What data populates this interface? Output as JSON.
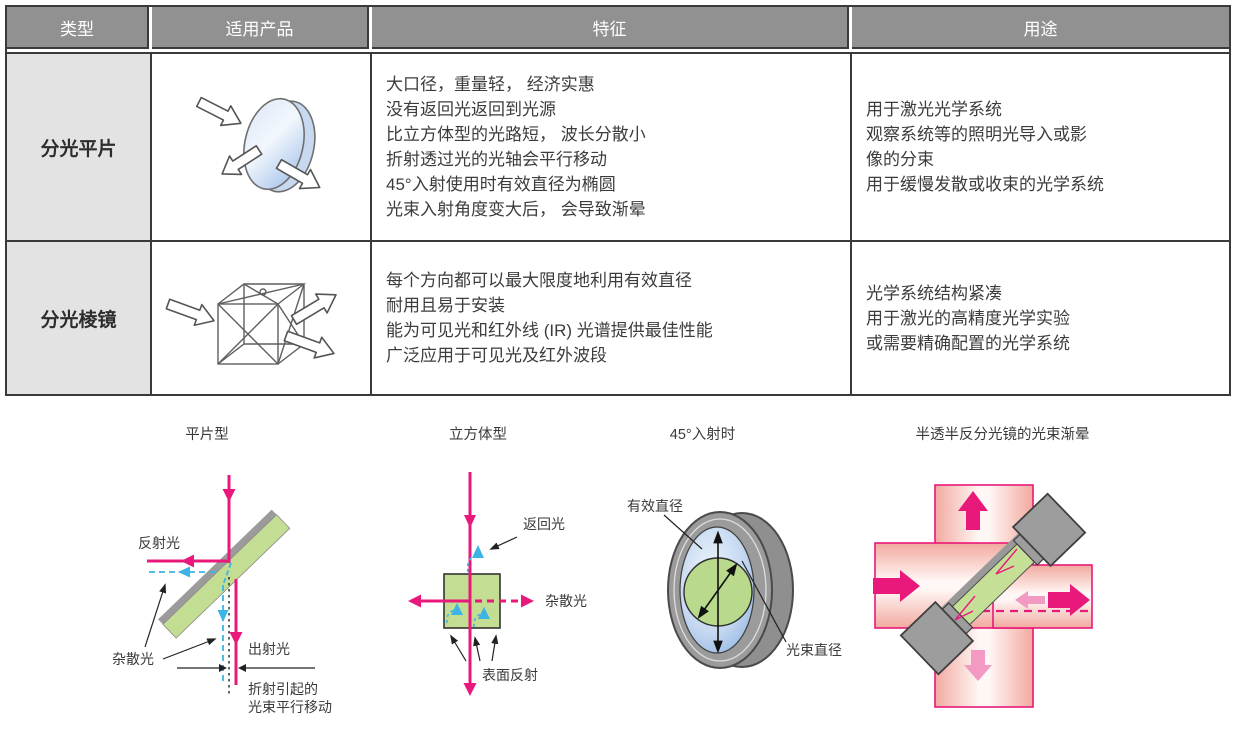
{
  "table": {
    "headers": [
      "类型",
      "适用产品",
      "特征",
      "用途"
    ],
    "rows": [
      {
        "type": "分光平片",
        "product_icon": "plate-beamsplitter-icon",
        "features": [
          "大口径，重量轻， 经济实惠",
          "没有返回光返回到光源",
          "比立方体型的光路短， 波长分散小",
          "折射透过光的光轴会平行移动",
          "45°入射使用时有效直径为椭圆",
          "光束入射角度变大后， 会导致渐晕"
        ],
        "uses": [
          "用于激光光学系统",
          "观察系统等的照明光导入或影",
          "像的分束",
          "用于缓慢发散或收束的光学系统"
        ]
      },
      {
        "type": "分光棱镜",
        "product_icon": "cube-beamsplitter-icon",
        "features": [
          "每个方向都可以最大限度地利用有效直径",
          "耐用且易于安装",
          "能为可见光和红外线 (IR) 光谱提供最佳性能",
          "广泛应用于可见光及红外波段"
        ],
        "uses": [
          "光学系统结构紧凑",
          "用于激光的高精度光学实验",
          "或需要精确配置的光学系统"
        ]
      }
    ]
  },
  "diagrams": [
    {
      "id": "plate-type",
      "title": "平片型",
      "labels": {
        "reflected": "反射光",
        "stray": "杂散光",
        "exit": "出射光",
        "shift1": "折射引起的",
        "shift2": "光束平行移动"
      }
    },
    {
      "id": "cube-type",
      "title": "立方体型",
      "labels": {
        "ret": "返回光",
        "stray": "杂散光",
        "surface": "表面反射"
      }
    },
    {
      "id": "incidence-45",
      "title": "45°入射时",
      "labels": {
        "effective": "有效直径",
        "beam": "光束直径"
      }
    },
    {
      "id": "vignetting",
      "title": "半透半反分光镜的光束渐晕",
      "labels": {}
    }
  ],
  "colors": {
    "beam_magenta": "#e8197b",
    "beam_pink_light": "#f29ac2",
    "stray_blue": "#3cb4e5",
    "optic_green": "#c3dd92",
    "header_bg": "#919191",
    "type_cell_bg": "#e3e3e3",
    "border_dark": "#3a3a3a"
  }
}
